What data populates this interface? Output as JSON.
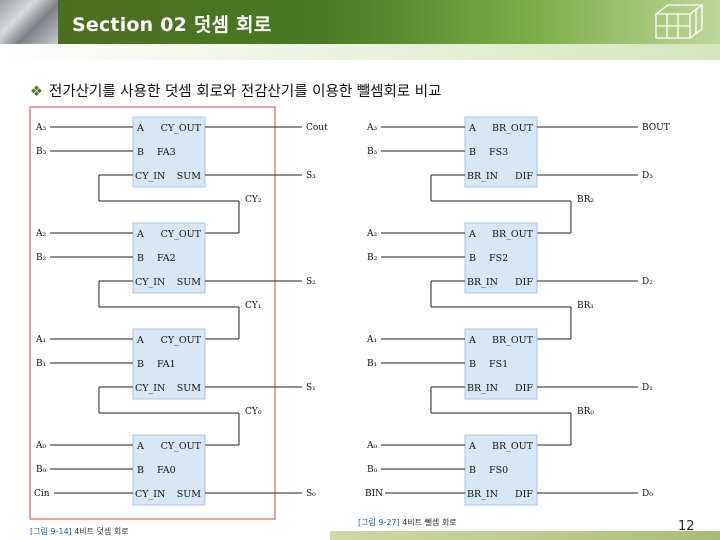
{
  "header": {
    "title": "Section 02 덧셈 회로"
  },
  "subtitle": {
    "bullet": "❖",
    "text": "전가산기를 사용한 덧셈 회로와 전감산기를 이용한 뺄셈회로 비교"
  },
  "adder": {
    "stages": [
      {
        "a": "A₃",
        "b": "B₃",
        "name": "FA3",
        "carry_in": "CY₂",
        "sum_out": "S₃"
      },
      {
        "a": "A₂",
        "b": "B₂",
        "name": "FA2",
        "carry_in": "CY₁",
        "sum_out": "S₂"
      },
      {
        "a": "A₁",
        "b": "B₁",
        "name": "FA1",
        "carry_in": "CY₀",
        "sum_out": "S₁"
      },
      {
        "a": "A₀",
        "b": "B₀",
        "name": "FA0",
        "carry_in": "Cin",
        "sum_out": "S₀"
      }
    ],
    "pins": {
      "a": "A",
      "cy_out": "CY_OUT",
      "b": "B",
      "cy_in": "CY_IN",
      "sum": "SUM"
    },
    "carry_out": "Cout",
    "caption_tag": "[그림 9-14]",
    "caption_text": "4비트 덧셈 회로"
  },
  "subtractor": {
    "stages": [
      {
        "a": "A₃",
        "b": "B₃",
        "name": "FS3",
        "borrow_in": "BR₂",
        "dif_out": "D₃"
      },
      {
        "a": "A₂",
        "b": "B₂",
        "name": "FS2",
        "borrow_in": "BR₁",
        "dif_out": "D₂"
      },
      {
        "a": "A₁",
        "b": "B₁",
        "name": "FS1",
        "borrow_in": "BR₀",
        "dif_out": "D₁"
      },
      {
        "a": "A₀",
        "b": "B₀",
        "name": "FS0",
        "borrow_in": "BIN",
        "dif_out": "D₀"
      }
    ],
    "pins": {
      "a": "A",
      "br_out": "BR_OUT",
      "b": "B",
      "br_in": "BR_IN",
      "dif": "DIF"
    },
    "borrow_out": "BOUT",
    "caption_tag": "[그림 9-27]",
    "caption_text": "4비트 뺄셈 회로"
  },
  "page_number": "12",
  "colors": {
    "header_green": "#4a7a22",
    "block_fill": "#d8e7f5",
    "highlight_frame": "#e06060"
  }
}
